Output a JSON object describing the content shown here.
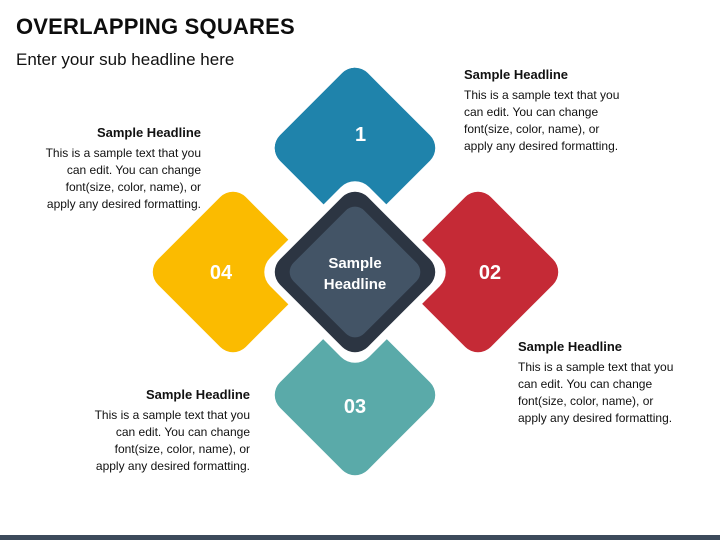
{
  "header": {
    "title": "OVERLAPPING SQUARES",
    "subtitle": "Enter your sub headline here"
  },
  "center": {
    "line1": "Sample",
    "line2": "Headline"
  },
  "diagram": {
    "items": [
      {
        "number": "01",
        "color": "#1f83ab"
      },
      {
        "number": "02",
        "color": "#c52a36"
      },
      {
        "number": "03",
        "color": "#5aaaa9"
      },
      {
        "number": "04",
        "color": "#fbbb00"
      }
    ],
    "center_outer_color": "#2c3542",
    "center_inner_color": "#435466"
  },
  "blocks": {
    "top_right": {
      "headline": "Sample Headline",
      "lines": [
        "This is a sample text that you",
        "can edit. You can change",
        "font(size, color, name), or",
        "apply any desired formatting."
      ]
    },
    "top_left": {
      "headline": "Sample Headline",
      "lines": [
        "This is a sample text that you",
        "can edit. You can change",
        "font(size, color, name), or",
        "apply any desired formatting."
      ]
    },
    "bottom_right": {
      "headline": "Sample Headline",
      "lines": [
        "This is a sample text that you",
        "can edit. You can change",
        "font(size, color, name), or",
        "apply any desired formatting."
      ]
    },
    "bottom_left": {
      "headline": "Sample Headline",
      "lines": [
        "This is a sample text that you",
        "can edit. You can change",
        "font(size, color, name), or",
        "apply any desired formatting."
      ]
    }
  },
  "footer": {
    "color": "#3c4a5b"
  }
}
